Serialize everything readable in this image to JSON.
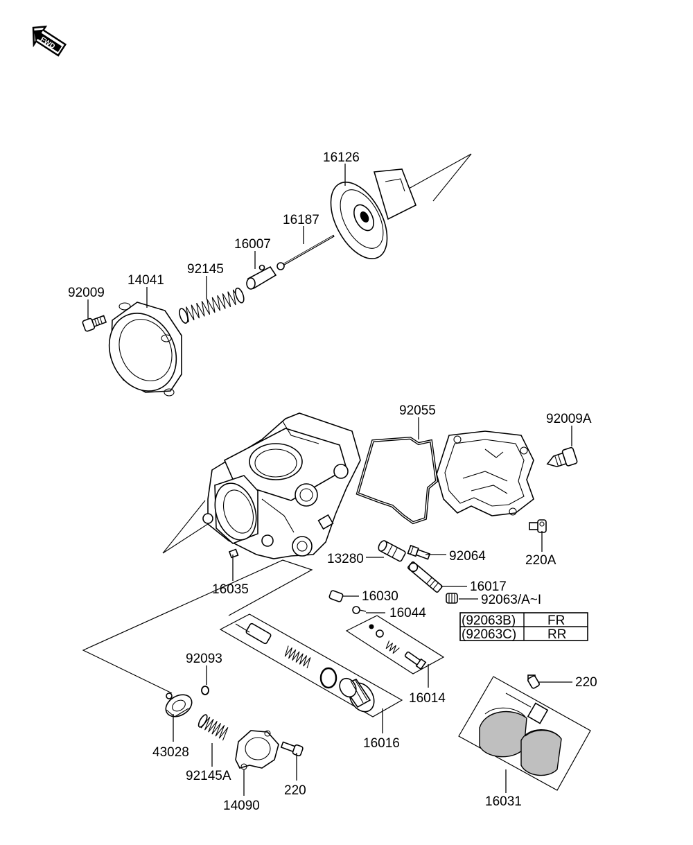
{
  "fwd_badge": "FWD",
  "parts": {
    "p16126": "16126",
    "p16187": "16187",
    "p16007": "16007",
    "p92145": "92145",
    "p14041": "14041",
    "p92009": "92009",
    "p92055": "92055",
    "p92009A": "92009A",
    "p92064": "92064",
    "p13280": "13280",
    "p220A": "220A",
    "p16017": "16017",
    "p92063": "92063/A~I",
    "p16035": "16035",
    "p16030": "16030",
    "p16044": "16044",
    "p92093": "92093",
    "p16014": "16014",
    "p220_top": "220",
    "p43028": "43028",
    "p16016": "16016",
    "p92145A": "92145A",
    "p220_bottom": "220",
    "p14090": "14090",
    "p16031": "16031"
  },
  "variant_table": {
    "rows": [
      {
        "code": "(92063B)",
        "position": "FR"
      },
      {
        "code": "(92063C)",
        "position": "RR"
      }
    ]
  }
}
